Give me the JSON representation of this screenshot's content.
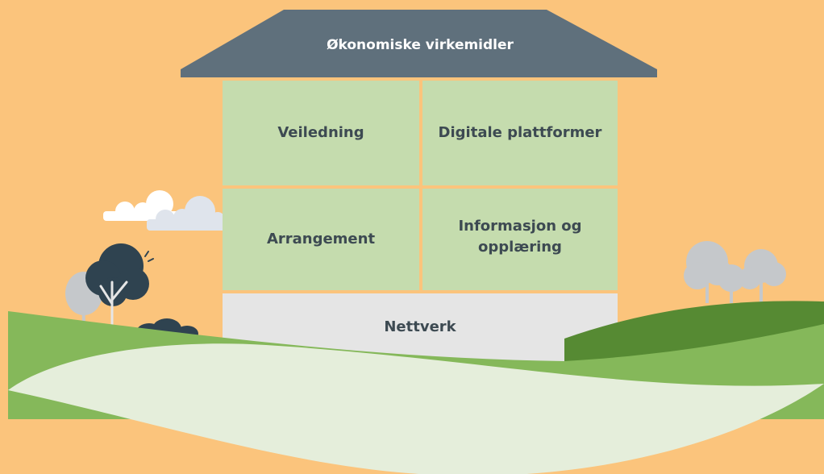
{
  "house": {
    "roof": "Økonomiske virkemidler",
    "cells": [
      "Veiledning",
      "Digitale plattformer",
      "Arrangement",
      "Informasjon og opplæring"
    ],
    "base": "Nettverk"
  },
  "colors": {
    "background": "#fbc47c",
    "roof": "#5f707c",
    "cell": "#c5dcae",
    "base": "#e5e5e5",
    "hill_dark": "#568a33",
    "hill_mid": "#85b85a",
    "hill_light": "#e5eedb",
    "tree_dark": "#2f4350",
    "tree_light": "#c5c8cb",
    "cloud": "#ffffff"
  }
}
